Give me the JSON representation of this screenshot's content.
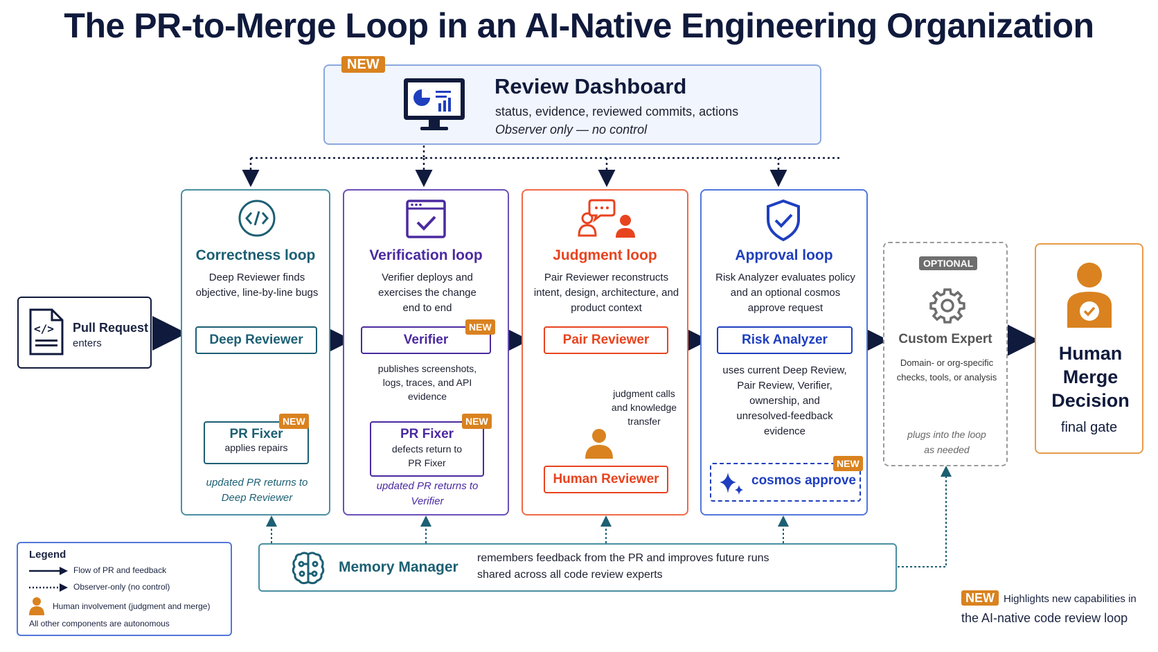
{
  "title": "The PR-to-Merge Loop in an AI-Native Engineering Organization",
  "new_label": "NEW",
  "dashboard": {
    "title": "Review Dashboard",
    "line1": "status, evidence, reviewed commits, actions",
    "line2": "Observer only — no control"
  },
  "pull_request": {
    "title": "Pull Request",
    "sub": "enters"
  },
  "loops": [
    {
      "title": "Correctness loop",
      "desc": "Deep Reviewer finds objective, line-by-line bugs",
      "primary": "Deep Reviewer",
      "secondary": "PR Fixer",
      "secondary_sub": "applies repairs",
      "footer": "updated PR returns to Deep Reviewer",
      "color": "#1c5f73"
    },
    {
      "title": "Verification loop",
      "desc": "Verifier deploys and exercises the change end to end",
      "primary": "Verifier",
      "middle": "publishes screenshots, logs, traces, and API evidence",
      "secondary": "PR Fixer",
      "secondary_sub": "defects return to PR Fixer",
      "footer": "updated PR returns to Verifier",
      "color": "#4b2aa0"
    },
    {
      "title": "Judgment loop",
      "desc": "Pair Reviewer reconstructs intent, design, architecture, and product context",
      "primary": "Pair Reviewer",
      "middle": "judgment calls and knowledge transfer",
      "secondary": "Human Reviewer",
      "color": "#e8431f"
    },
    {
      "title": "Approval loop",
      "desc": "Risk Analyzer evaluates policy and an optional cosmos approve request",
      "primary": "Risk Analyzer",
      "middle": "uses current Deep Review, Pair Review, Verifier, ownership, and unresolved-feedback evidence",
      "secondary": "cosmos approve",
      "color": "#1f3fbf"
    }
  ],
  "custom_expert": {
    "tag": "OPTIONAL",
    "title": "Custom Expert",
    "desc": "Domain- or org-specific checks, tools, or analysis",
    "footer": "plugs into the loop as needed"
  },
  "human_merge": {
    "title": "Human Merge Decision",
    "sub": "final gate"
  },
  "memory": {
    "title": "Memory Manager",
    "line1": "remembers feedback from the PR and improves future runs",
    "line2": "shared across all code review experts"
  },
  "legend": {
    "title": "Legend",
    "flow": "Flow of PR and feedback",
    "observer": "Observer-only (no control)",
    "human": "Human involvement (judgment and merge)",
    "auto": "All other components are autonomous"
  },
  "new_note": {
    "line1": "Highlights new capabilities in",
    "line2": "the AI-native code review loop"
  },
  "colors": {
    "navy": "#101a3c",
    "teal": "#1c5f73",
    "purple": "#4b2aa0",
    "red": "#e8431f",
    "blue": "#1f3fbf",
    "orange": "#d9821f",
    "gray": "#8a8a8a"
  }
}
